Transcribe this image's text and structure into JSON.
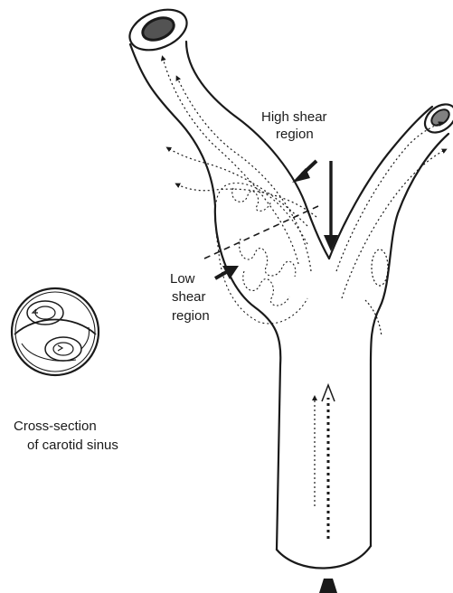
{
  "labels": {
    "high_shear_line1": "High shear",
    "high_shear_line2": "region",
    "low_shear_line1": "Low",
    "low_shear_line2": "shear",
    "low_shear_line3": "region",
    "cross_section_line1": "Cross-section",
    "cross_section_line2": "of carotid sinus"
  },
  "colors": {
    "ink": "#1a1a1a",
    "background": "#ffffff"
  }
}
